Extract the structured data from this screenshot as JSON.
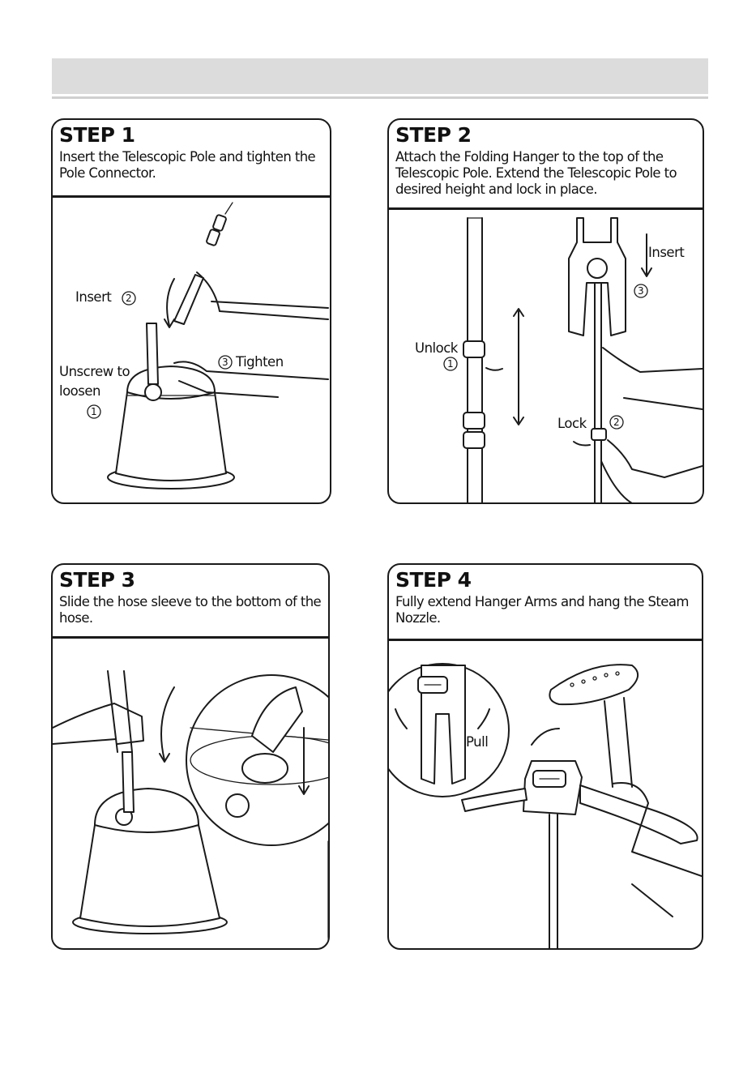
{
  "steps": [
    {
      "title": "STEP 1",
      "description": "Insert the Telescopic Pole and tighten the Pole Connector.",
      "labels": {
        "insert": "Insert",
        "insert_num": "2",
        "tighten": "Tighten",
        "tighten_num": "3",
        "unscrew_line1": "Unscrew to",
        "unscrew_line2": "loosen",
        "unscrew_num": "1"
      }
    },
    {
      "title": "STEP 2",
      "description": "Attach the Folding Hanger to the top of the Telescopic Pole. Extend the Telescopic Pole to desired height and lock in place.",
      "labels": {
        "insert": "Insert",
        "insert_num": "3",
        "unlock": "Unlock",
        "unlock_num": "1",
        "lock": "Lock",
        "lock_num": "2"
      }
    },
    {
      "title": "STEP 3",
      "description": "Slide the hose sleeve to the bottom of the hose."
    },
    {
      "title": "STEP 4",
      "description": "Fully extend Hanger Arms and hang the Steam Nozzle.",
      "labels": {
        "pull": "Pull"
      }
    }
  ]
}
